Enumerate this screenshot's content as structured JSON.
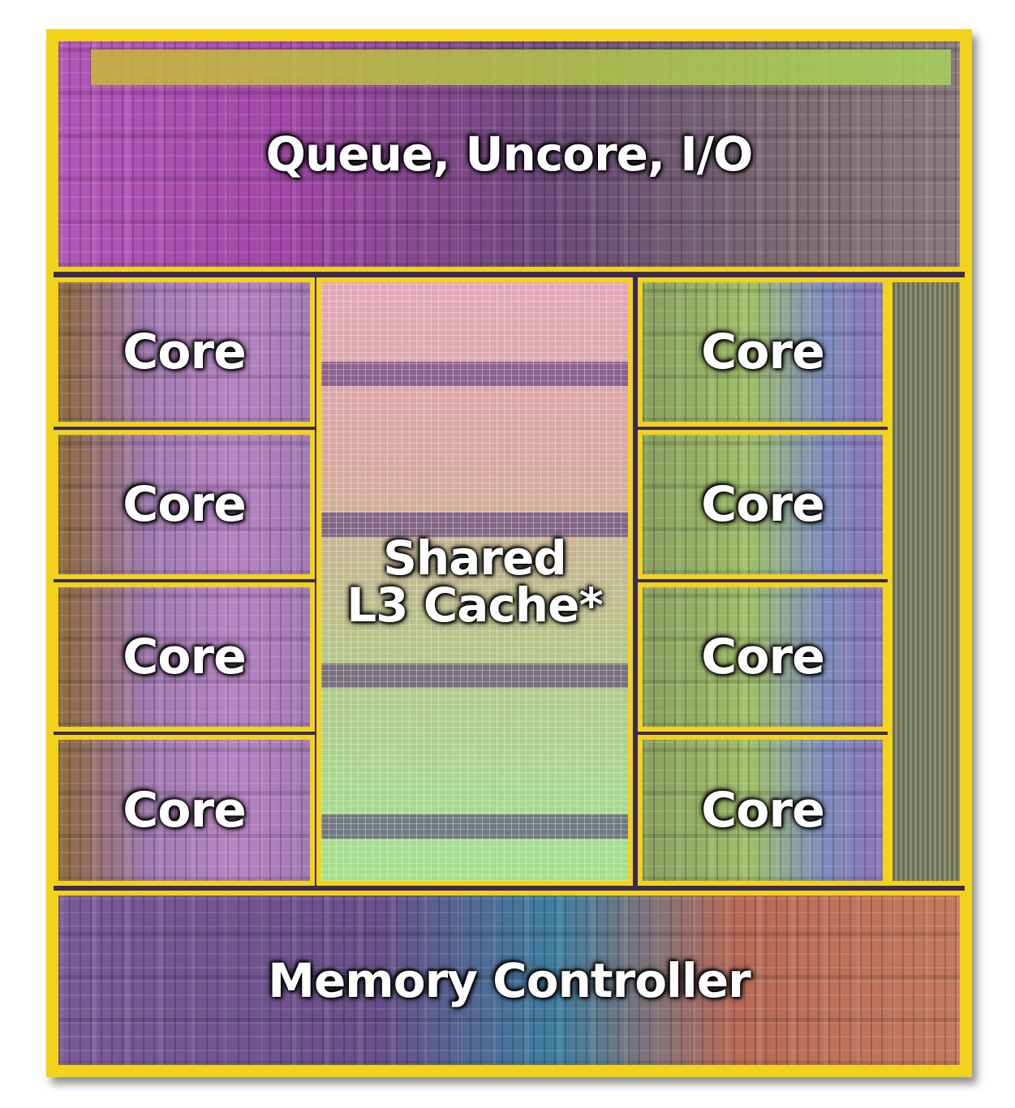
{
  "die": {
    "border_color": "#f3d21b",
    "queue": {
      "label": "Queue, Uncore, I/O"
    },
    "cache": {
      "label_line1": "Shared",
      "label_line2": "L3 Cache*"
    },
    "cores": {
      "left": [
        "Core",
        "Core",
        "Core",
        "Core"
      ],
      "right": [
        "Core",
        "Core",
        "Core",
        "Core"
      ]
    },
    "memory": {
      "label": "Memory Controller"
    }
  }
}
